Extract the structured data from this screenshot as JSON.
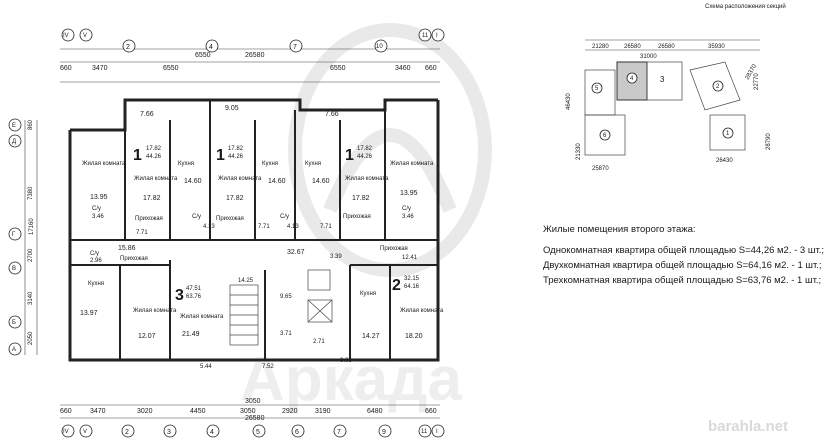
{
  "axes_top": [
    "IV",
    "V",
    "2",
    "4",
    "7",
    "10",
    "11",
    "I"
  ],
  "axes_bottom": [
    "IV",
    "V",
    "2",
    "3",
    "4",
    "5",
    "6",
    "7",
    "9",
    "11",
    "I"
  ],
  "axes_left": [
    "Е",
    "Д",
    "Г",
    "В",
    "Б",
    "А"
  ],
  "dims_top": {
    "overall": "26580",
    "inner": "6550",
    "parts": [
      "660",
      "3470",
      "6550",
      "6550",
      "3460",
      "660"
    ]
  },
  "dims_bottom": {
    "overall": "26580",
    "parts": [
      "660",
      "3470",
      "3020",
      "4450",
      "3050",
      "2920",
      "3190",
      "6480",
      "660"
    ],
    "extra": "3050"
  },
  "dims_left": {
    "overall": "17160",
    "parts": [
      "860",
      "7380",
      "2700",
      "3140",
      "2050"
    ]
  },
  "rooms": {
    "living": "Жилая комната",
    "kitchen": "Кухня",
    "hall": "Прихожая",
    "bath": "С/у"
  },
  "apartments": [
    {
      "rooms": "1",
      "living": "17.82",
      "total": "44.26"
    },
    {
      "rooms": "1",
      "living": "17.82",
      "total": "44.26"
    },
    {
      "rooms": "1",
      "living": "17.82",
      "total": "44.26"
    },
    {
      "rooms": "3",
      "living": "47.51",
      "total": "63.76"
    },
    {
      "rooms": "2",
      "living": "32.15",
      "total": "64.16"
    }
  ],
  "areas": [
    "7.66",
    "9.05",
    "7.66",
    "13.95",
    "3.46",
    "17.82",
    "14.60",
    "17.82",
    "14.60",
    "14.60",
    "17.82",
    "13.95",
    "3.46",
    "7.71",
    "4.13",
    "7.71",
    "4.13",
    "7.71",
    "15.86",
    "2.96",
    "12.41",
    "13.97",
    "12.07",
    "21.49",
    "14.25",
    "32.67",
    "9.65",
    "3.39",
    "3.71",
    "2.71",
    "14.27",
    "18.20",
    "5.44",
    "7.52",
    "9.05"
  ],
  "inset": {
    "title": "Схема расположения секций",
    "dims": [
      "21280",
      "26580",
      "26580",
      "35930",
      "31000",
      "28370",
      "46430",
      "25870",
      "26430",
      "22770",
      "28790",
      "21330"
    ],
    "sections": [
      "1",
      "2",
      "3",
      "4",
      "5",
      "6",
      "1"
    ]
  },
  "legend": {
    "heading": "Жилые помещения второго этажа:",
    "line1": "Однокомнатная квартира общей площадью S=44,26 м2. - 3 шт.;",
    "line2": "Двухкомнатная квартира общей площадью S=64,16 м2. - 1 шт.;",
    "line3": "Трехкомнатная квартира общей площадью S=63,76 м2. - 1 шт.;"
  },
  "watermark": {
    "logo_text": "Аркада",
    "site": "barahla.net"
  }
}
